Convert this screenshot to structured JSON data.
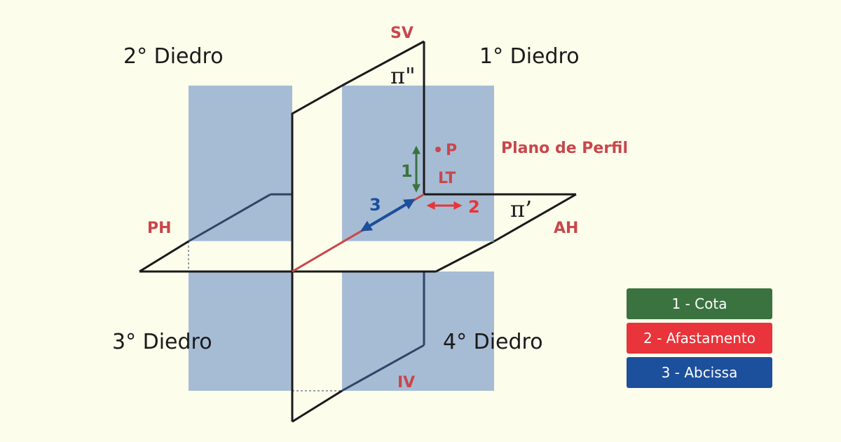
{
  "colors": {
    "background": "#fdfdec",
    "profile_plane": "#a6bcd4",
    "label_red": "#c8474c",
    "cota": "#3a7340",
    "afastamento": "#e8343a",
    "abcissa": "#1c4f9c"
  },
  "dihedra": {
    "second": "2° Diedro",
    "first": "1° Diedro",
    "third": "3° Diedro",
    "fourth": "4° Diedro"
  },
  "planes": {
    "sv": "SV",
    "iv": "IV",
    "ph": "PH",
    "ah": "AH",
    "profile": "Plano de Perfil",
    "pi_vertical": "π\"",
    "pi_horizontal": "π’"
  },
  "point": {
    "label": "P",
    "lt": "LT"
  },
  "measures": {
    "cota_num": "1",
    "afastamento_num": "2",
    "abcissa_num": "3"
  },
  "legend": [
    {
      "label": "1 - Cota"
    },
    {
      "label": "2 - Afastamento"
    },
    {
      "label": "3 - Abcissa"
    }
  ]
}
